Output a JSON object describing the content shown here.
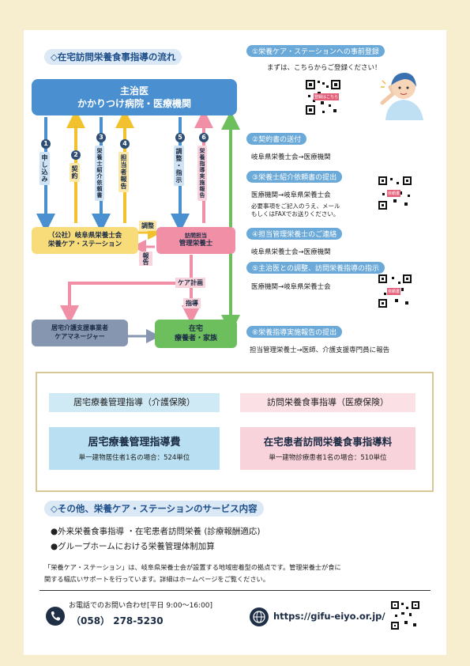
{
  "flow_section": {
    "title": "◇在宅訪問栄養食事指導の流れ",
    "doctor_line1": "主治医",
    "doctor_line2": "かかりつけ病院・医療機関",
    "association_line1": "（公社）岐阜県栄養士会",
    "association_line2": "栄養ケア・ステーション",
    "dietitian_line1": "訪問担当",
    "dietitian_line2": "管理栄養士",
    "care_manager_line1": "居宅介護支援事業者",
    "care_manager_line2": "ケアマネージャー",
    "patient_line1": "在宅",
    "patient_line2": "療養者・家族",
    "arrows": {
      "n1": "1",
      "a1": "申し込み",
      "n2": "2",
      "a2": "契約",
      "n3": "3",
      "a3": "栄養士紹介依頼書",
      "n4": "4",
      "a4": "担当者報告",
      "n5": "5",
      "a5": "調整・指示",
      "n6": "6",
      "a6": "栄養指導実施報告",
      "adjust": "調整",
      "report": "報告",
      "care_plan": "ケア計画",
      "guidance": "指導"
    }
  },
  "steps": [
    {
      "title": "①栄養ケア・ステーションへの事前登録",
      "body": "まずは、こちらからご登録ください！"
    },
    {
      "title": "②契約書の送付",
      "flow": "岐阜県栄養士会→医療機関"
    },
    {
      "title": "③栄養士紹介依頼書の提出",
      "flow": "医療機関→岐阜県栄養士会",
      "note1": "必要事項をご記入のうえ、メール",
      "note2": "もしくはFAXでお送りください。"
    },
    {
      "title": "④担当管理栄養士のご連絡",
      "flow": "岐阜県栄養士会→医療機関"
    },
    {
      "title": "⑤主治医との調整、訪問栄養指導の指示",
      "flow": "医療機関→岐阜県栄養士会"
    },
    {
      "title": "⑥栄養指導実施報告の提出",
      "flow": "担当管理栄養士→医師、介護支援専門員に報告"
    }
  ],
  "qr_tags": {
    "q1": "登録はこちら",
    "q2": "依頼書",
    "q3": "依頼書"
  },
  "fees": {
    "care": {
      "header": "居宅療養管理指導（介護保険）",
      "name": "居宅療養管理指導費",
      "detail": "単一建物居住者1名の場合：524単位"
    },
    "medical": {
      "header": "訪問栄養食事指導（医療保険）",
      "name": "在宅患者訪問栄養食事指導料",
      "detail": "単一建物診療患者1名の場合：510単位"
    }
  },
  "services": {
    "title": "◇その他、栄養ケア・ステーションのサービス内容",
    "items": [
      "●外来栄養食事指導 ・在宅患者訪問栄養 (診療報酬適応)",
      "●グループホームにおける栄養管理体制加算"
    ],
    "description_line1": "「栄養ケア・ステーション」は、岐阜県栄養士会が設置する地域密着型の拠点です。管理栄養士が食に",
    "description_line2": "関する幅広いサポートを行っています。詳細はホームページをご覧ください。"
  },
  "footer": {
    "phone_label": "お電話でのお問い合わせ[平日 9:00～16:00]",
    "phone_number": "（058） 278-5230",
    "website": "https://gifu-eiyo.or.jp/"
  },
  "colors": {
    "blue": "#4a8fd0",
    "yellow": "#f6c84a",
    "pink": "#f08fa6",
    "green": "#6cbf5c",
    "gray": "#8696b0"
  }
}
